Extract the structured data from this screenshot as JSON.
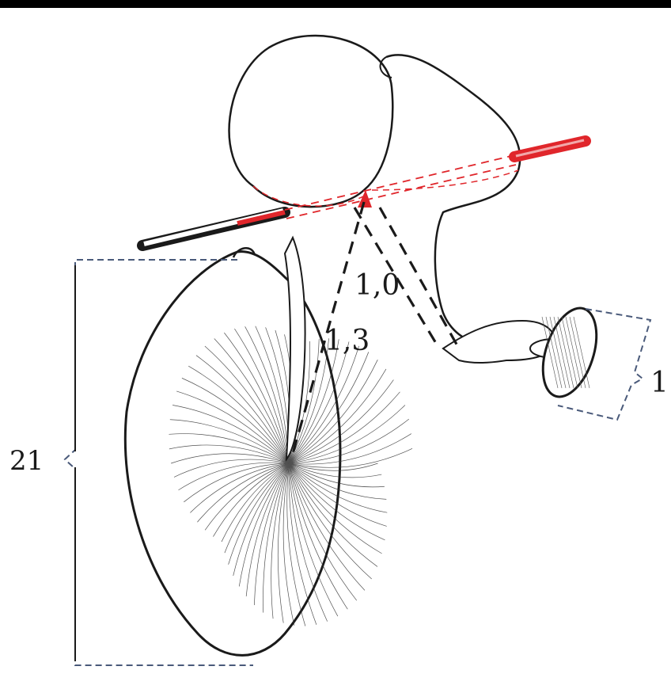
{
  "figure": {
    "labels": {
      "malleus_incus_length": "1,3",
      "incus_stapes_length": "1,0",
      "tympanic_membrane_size": "21",
      "stapes_footplate_size": "1"
    },
    "colors": {
      "background_frame": "#000000",
      "paper": "#ffffff",
      "ink": "#1a1a1a",
      "axis_red": "#e0262b",
      "dashed_blue": "#4a5a7a"
    }
  }
}
